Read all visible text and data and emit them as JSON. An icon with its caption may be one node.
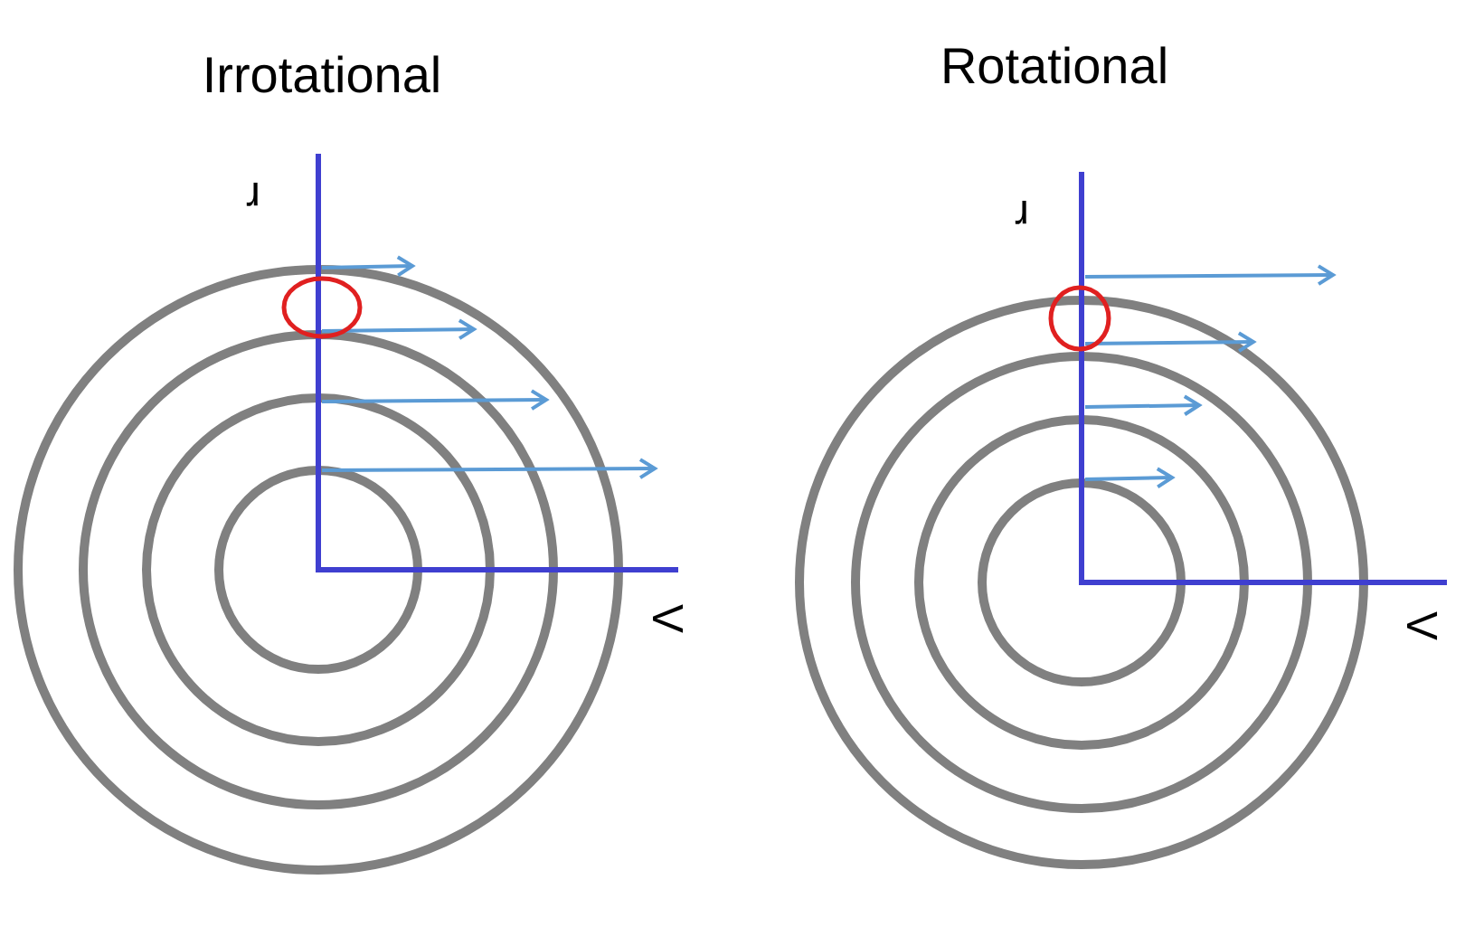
{
  "diagram": {
    "labels": [
      "Irrotational",
      "r",
      "V",
      "Rotational",
      "r",
      "V"
    ]
  }
}
